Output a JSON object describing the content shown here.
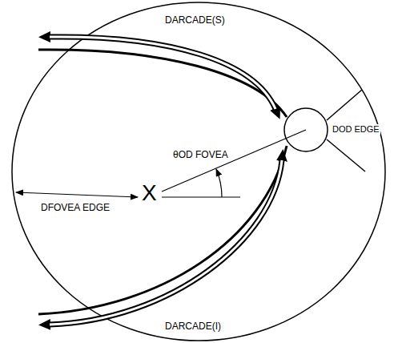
{
  "diagram": {
    "labels": [
      "DARCADE(S)",
      "DOD EDGE",
      "θOD FOVEA",
      "X",
      "DFOVEA EDGE",
      "DARCADE(I)"
    ]
  }
}
